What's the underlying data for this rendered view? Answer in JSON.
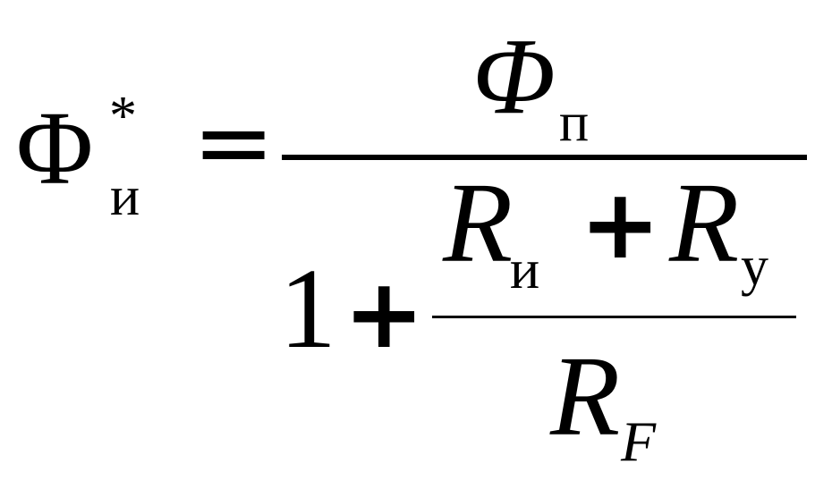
{
  "formula": {
    "lhs": {
      "symbol": "Φ",
      "superscript": "*",
      "subscript": "и"
    },
    "equals": "=",
    "numerator": {
      "symbol": "Φ",
      "subscript": "п"
    },
    "denominator": {
      "one": "1",
      "plus": "+",
      "inner_numerator": {
        "term1": {
          "symbol": "R",
          "subscript": "и"
        },
        "plus": "+",
        "term2": {
          "symbol": "R",
          "subscript": "у"
        }
      },
      "inner_denominator": {
        "symbol": "R",
        "subscript": "F"
      }
    }
  }
}
